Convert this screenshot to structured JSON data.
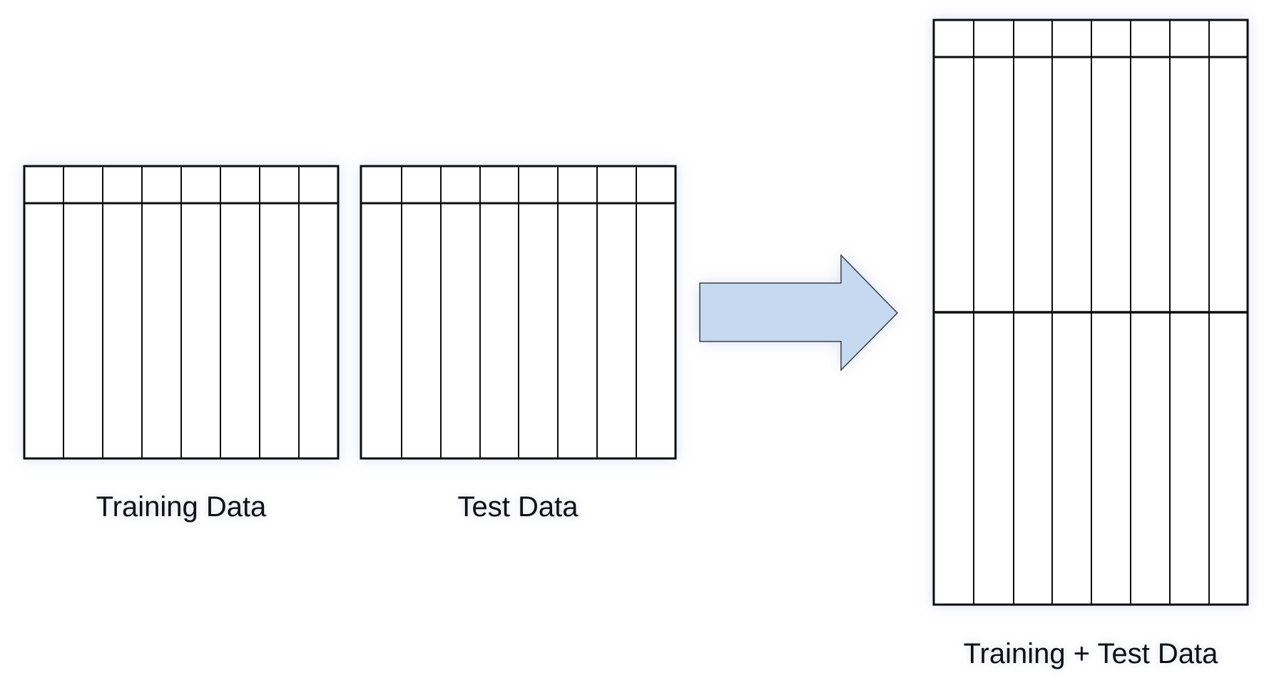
{
  "tables": [
    {
      "id": "training",
      "label": "Training Data",
      "columns": 8,
      "header_rows": 1,
      "body_rows": 1
    },
    {
      "id": "test",
      "label": "Test Data",
      "columns": 8,
      "header_rows": 1,
      "body_rows": 1
    },
    {
      "id": "combined",
      "label": "Training + Test Data",
      "columns": 8,
      "header_rows": 1,
      "body_rows": 2
    }
  ],
  "arrow": {
    "direction": "right",
    "fill": "#c5d9f1",
    "stroke": "#3b3b3b"
  },
  "colors": {
    "line": "#111111",
    "table_fill": "#ffffff",
    "glow": "#b9c8ee",
    "label": "#111111"
  }
}
